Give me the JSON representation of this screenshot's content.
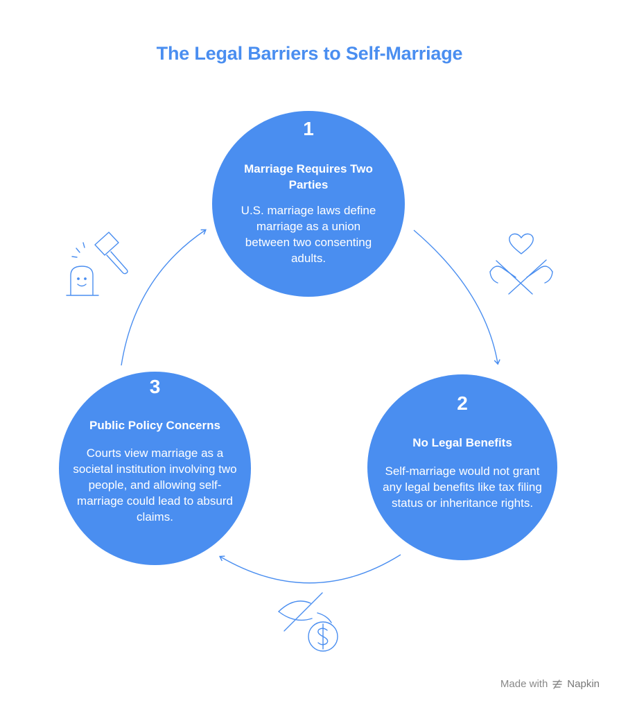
{
  "title": "The Legal Barriers to Self-Marriage",
  "accent_color": "#4a8ef0",
  "steps": [
    {
      "number": "1",
      "heading": "Marriage Requires Two Parties",
      "description": "U.S. marriage laws define marriage as a union between two consenting adults.",
      "icon": "hands-heart-icon"
    },
    {
      "number": "2",
      "heading": "No Legal Benefits",
      "description": "Self-marriage would not grant any legal benefits like tax filing status or inheritance rights.",
      "icon": "no-money-icon"
    },
    {
      "number": "3",
      "heading": "Public Policy Concerns",
      "description": "Courts view marriage as a societal institution involving two people, and allowing self-marriage could lead to absurd claims.",
      "icon": "gavel-icon"
    }
  ],
  "footer": {
    "made_with": "Made with",
    "brand": "Napkin"
  }
}
